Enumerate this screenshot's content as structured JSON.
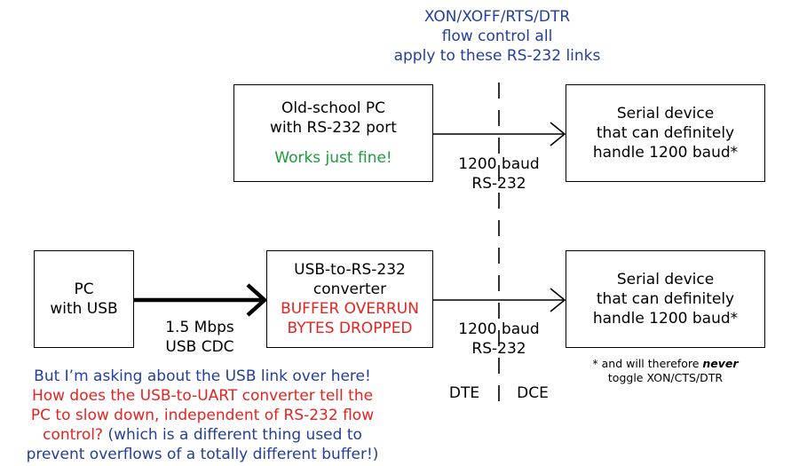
{
  "colors": {
    "blue": "#233f9b",
    "green": "#1f9a3d",
    "red": "#e52420",
    "black": "#000000"
  },
  "top_note": {
    "line1": "XON/XOFF/RTS/DTR",
    "line2": "flow control all",
    "line3": "apply to these RS-232 links"
  },
  "old_pc": {
    "line1": "Old-school PC",
    "line2": "with RS-232 port",
    "status": "Works just fine!"
  },
  "serial_device_top": {
    "line1": "Serial device",
    "line2": "that can definitely",
    "line3": "handle 1200 baud*"
  },
  "link_top": {
    "line1": "1200 baud",
    "line2": "RS-232"
  },
  "pc_usb": {
    "line1": "PC",
    "line2": "with USB"
  },
  "usb_link": {
    "line1": "1.5 Mbps",
    "line2": "USB CDC"
  },
  "converter": {
    "line1": "USB-to-RS-232",
    "line2": "converter",
    "error1": "BUFFER OVERRUN",
    "error2": "BYTES DROPPED"
  },
  "link_bottom": {
    "line1": "1200 baud",
    "line2": "RS-232"
  },
  "serial_device_bottom": {
    "line1": "Serial device",
    "line2": "that can definitely",
    "line3": "handle 1200 baud*"
  },
  "footnote": {
    "prefix": "* and will therefore ",
    "emphasis": "never",
    "line2": "toggle XON/CTS/DTR"
  },
  "side_labels": {
    "dte": "DTE",
    "dce": "DCE"
  },
  "question": {
    "line1": "But I’m asking about the USB link over here!",
    "line2": "How does the USB-to-UART converter tell the",
    "line3a": "PC to slow down, independent of RS-232 flow",
    "line4a": "control?",
    "line4b": " (which is a different thing used to",
    "line5": "prevent overflows of a totally different buffer!)"
  }
}
